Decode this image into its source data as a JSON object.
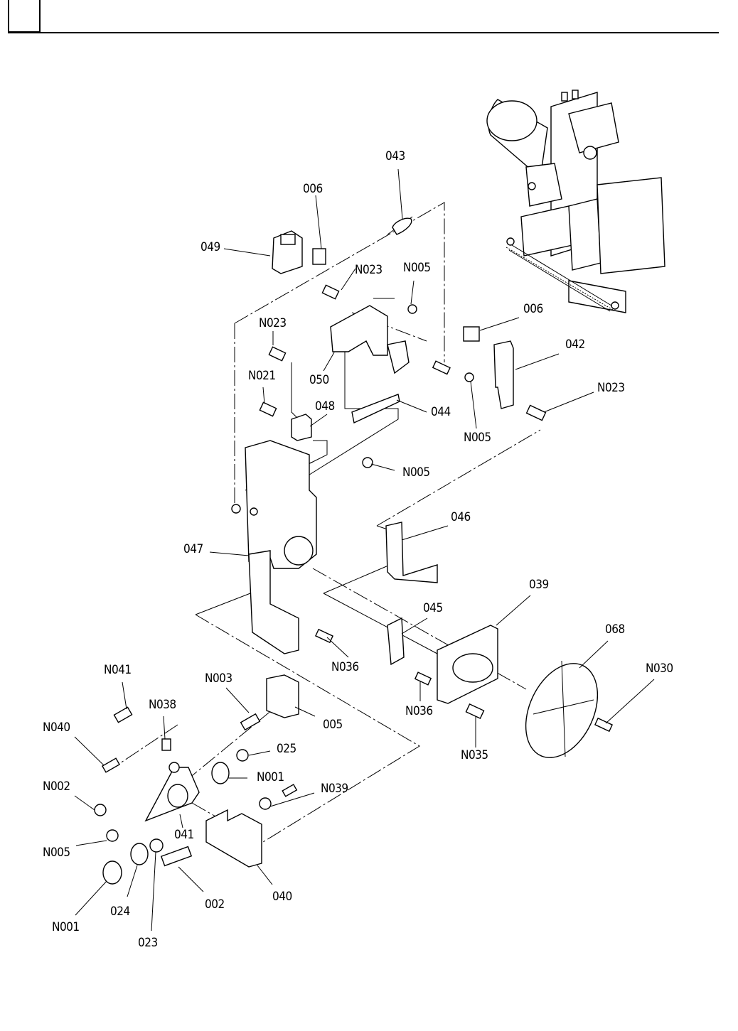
{
  "header": {
    "figure_box": "",
    "title": ""
  },
  "diagram": {
    "type": "exploded parts view",
    "callouts": [
      {
        "id": "c-043",
        "label": "043"
      },
      {
        "id": "c-006a",
        "label": "006"
      },
      {
        "id": "c-049",
        "label": "049"
      },
      {
        "id": "c-n023a",
        "label": "N023"
      },
      {
        "id": "c-n005a",
        "label": "N005"
      },
      {
        "id": "c-n023b",
        "label": "N023"
      },
      {
        "id": "c-050",
        "label": "050"
      },
      {
        "id": "c-n021",
        "label": "N021"
      },
      {
        "id": "c-048",
        "label": "048"
      },
      {
        "id": "c-044",
        "label": "044"
      },
      {
        "id": "c-006b",
        "label": "006"
      },
      {
        "id": "c-042",
        "label": "042"
      },
      {
        "id": "c-n023c",
        "label": "N023"
      },
      {
        "id": "c-n005b",
        "label": "N005"
      },
      {
        "id": "c-n005c",
        "label": "N005"
      },
      {
        "id": "c-046",
        "label": "046"
      },
      {
        "id": "c-047",
        "label": "047"
      },
      {
        "id": "c-039",
        "label": "039"
      },
      {
        "id": "c-045",
        "label": "045"
      },
      {
        "id": "c-068",
        "label": "068"
      },
      {
        "id": "c-n036a",
        "label": "N036"
      },
      {
        "id": "c-n030",
        "label": "N030"
      },
      {
        "id": "c-n036b",
        "label": "N036"
      },
      {
        "id": "c-n035",
        "label": "N035"
      },
      {
        "id": "c-n041",
        "label": "N041"
      },
      {
        "id": "c-n003",
        "label": "N003"
      },
      {
        "id": "c-n038",
        "label": "N038"
      },
      {
        "id": "c-005",
        "label": "005"
      },
      {
        "id": "c-n040",
        "label": "N040"
      },
      {
        "id": "c-025",
        "label": "025"
      },
      {
        "id": "c-n001a",
        "label": "N001"
      },
      {
        "id": "c-n002",
        "label": "N002"
      },
      {
        "id": "c-n039",
        "label": "N039"
      },
      {
        "id": "c-041",
        "label": "041"
      },
      {
        "id": "c-n005d",
        "label": "N005"
      },
      {
        "id": "c-040",
        "label": "040"
      },
      {
        "id": "c-002",
        "label": "002"
      },
      {
        "id": "c-024",
        "label": "024"
      },
      {
        "id": "c-n001b",
        "label": "N001"
      },
      {
        "id": "c-023",
        "label": "023"
      }
    ]
  }
}
